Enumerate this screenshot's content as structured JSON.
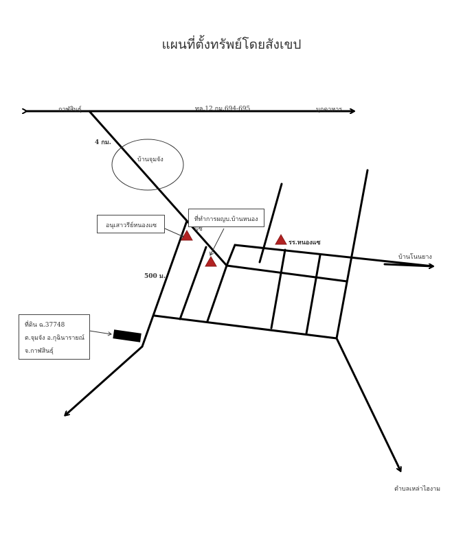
{
  "title": "แผนที่ตั้งทรัพย์โดยสังเขป",
  "labels": {
    "kalasin": "กาฬสินธุ์",
    "highway": "ทล.12 กม.694-695",
    "mukdahan": "มุกดาหาร",
    "distance_4km": "4 กม.",
    "ban_chumchang": "บ้านจุมจัง",
    "monument": "อนุเสาวรีย์หนองแซ",
    "village_office": "ที่ทำการผญบ.บ้านหนองแซ",
    "school": "รร.หนองแซ",
    "ban_nonyang": "บ้านโนนยาง",
    "distance_500m": "500 ม.",
    "tambon_destination": "ตำบลเหล่าไฮงาม"
  },
  "land_box": {
    "line1": "ที่ดิน ฉ.37748",
    "line2": "ต.จุมจัง อ.กุฉินารายณ์",
    "line3": "จ.กาฬสินธุ์"
  },
  "colors": {
    "landmark": "#b22222",
    "road": "#000000"
  }
}
